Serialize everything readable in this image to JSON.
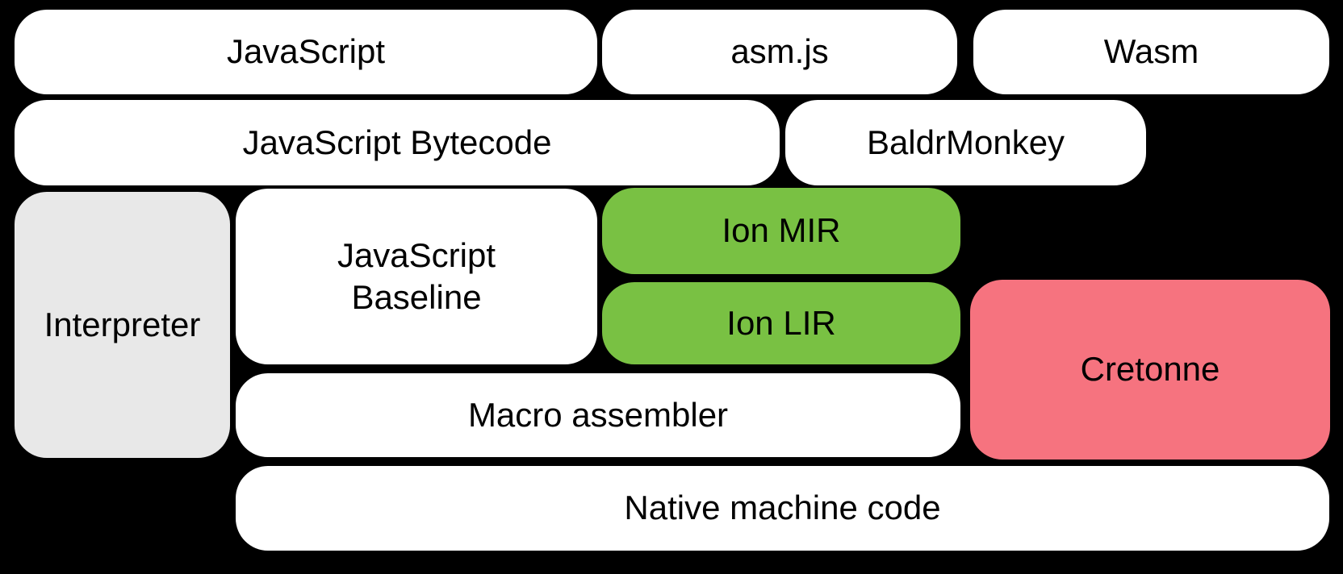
{
  "colors": {
    "background": "#000000",
    "box_white": "#ffffff",
    "box_gray": "#e8e8e8",
    "box_green": "#79c143",
    "box_pink": "#f6737f",
    "text": "#000000"
  },
  "diagram": {
    "boxes": {
      "javascript": {
        "label": "JavaScript"
      },
      "asmjs": {
        "label": "asm.js"
      },
      "wasm": {
        "label": "Wasm"
      },
      "bytecode": {
        "label": "JavaScript Bytecode"
      },
      "baldrmonkey": {
        "label": "BaldrMonkey"
      },
      "interpreter": {
        "label": "Interpreter"
      },
      "baseline": {
        "label": "JavaScript Baseline"
      },
      "ion_mir": {
        "label": "Ion MIR"
      },
      "ion_lir": {
        "label": "Ion LIR"
      },
      "cretonne": {
        "label": "Cretonne"
      },
      "macro_assembler": {
        "label": "Macro assembler"
      },
      "native_code": {
        "label": "Native machine code"
      }
    }
  }
}
